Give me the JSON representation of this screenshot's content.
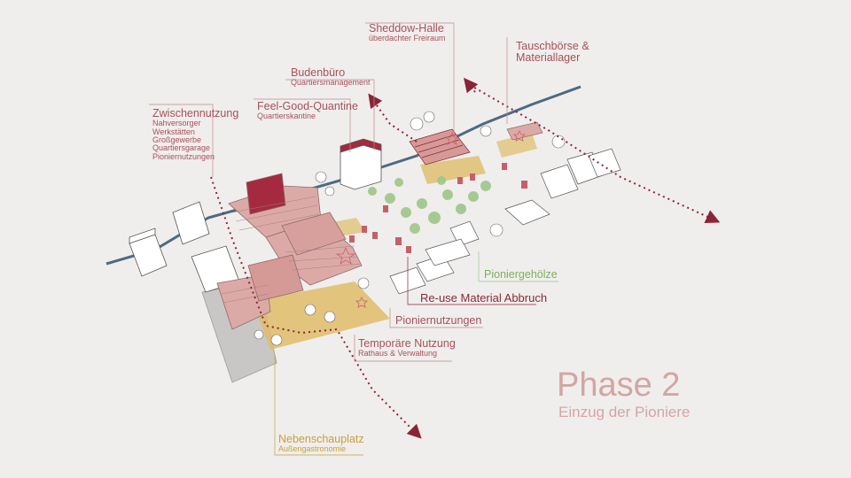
{
  "labels": {
    "sheddow_title": "Sheddow-Halle",
    "sheddow_sub": "überdachter Freiraum",
    "tausch_title_1": "Tauschbörse &",
    "tausch_title_2": "Materiallager",
    "buden_title": "Budenbüro",
    "buden_sub": "Quartiersmanagement",
    "feel_title": "Feel-Good-Quantine",
    "feel_sub": "Quartierskantine",
    "zwischen_title": "Zwischennutzung",
    "zwischen_items": [
      "Nahversorger",
      "Werkstätten",
      "Großgewerbe",
      "Quartiersgarage",
      "Pioniernutzungen"
    ],
    "pioniergehoelze": "Pioniergehölze",
    "reuse": "Re-use Material Abbruch",
    "pioniernutzungen": "Pioniernutzungen",
    "temp_title": "Temporäre Nutzung",
    "temp_sub": "Rathaus & Verwaltung",
    "neben_title": "Nebenschauplatz",
    "neben_sub": "Außengastronomie"
  },
  "phase": {
    "title": "Phase 2",
    "subtitle": "Einzug der Pioniere"
  },
  "colors": {
    "background": "#efeeec",
    "building_pink": "#dcaaa6",
    "building_dark": "#a52a40",
    "arrow": "#8c2338",
    "river": "#4d6a82",
    "plaza_ochre": "#dfbc6a",
    "tree_green": "#9fc68a",
    "label_red": "#a8505a",
    "label_ochre": "#c9a03a",
    "label_green": "#7fae5c",
    "phase_pink": "#d2a6a3"
  }
}
